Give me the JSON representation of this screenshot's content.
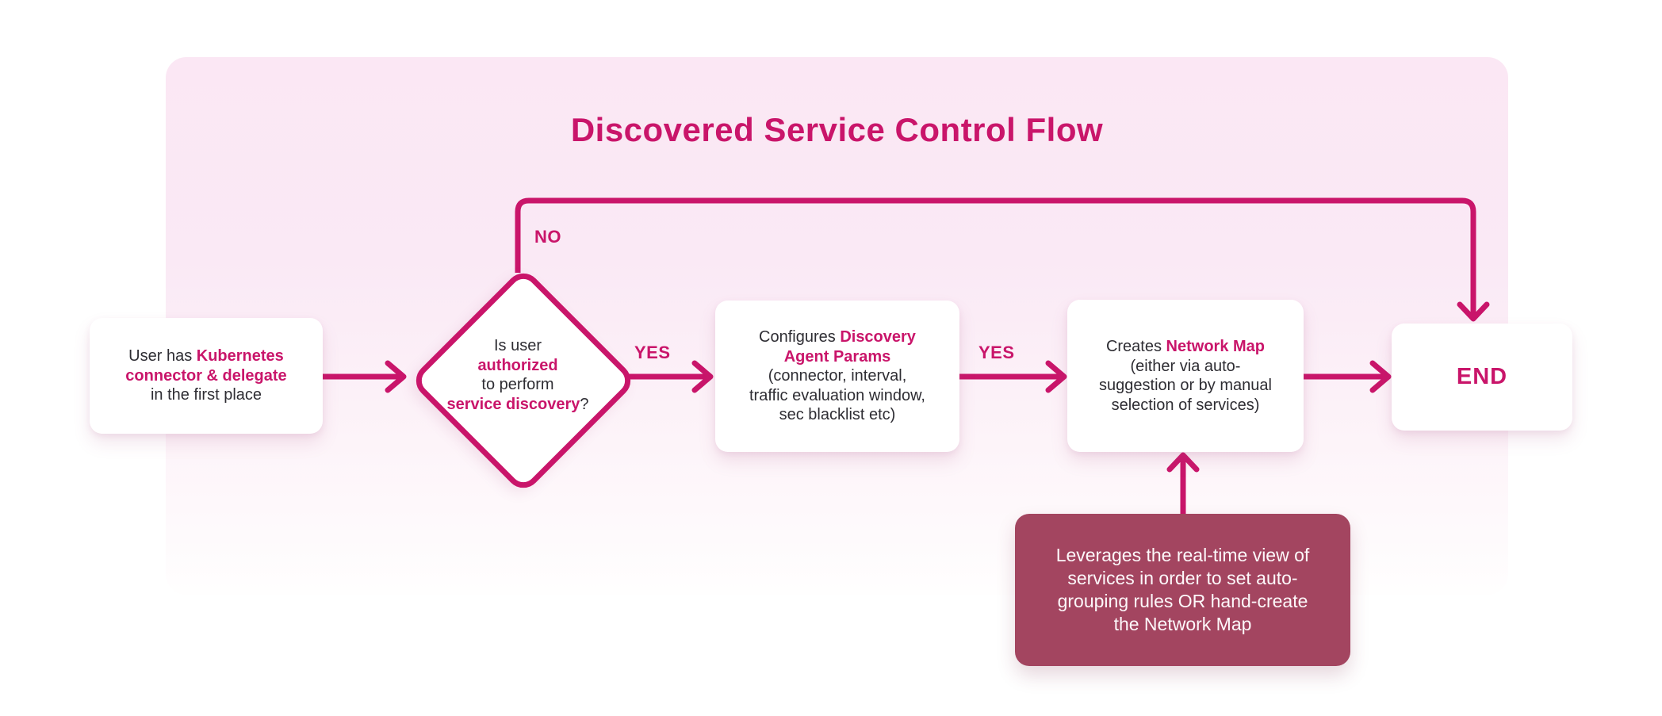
{
  "title": "Discovered Service Control Flow",
  "colors": {
    "accent": "#C9156A",
    "background": "#FFFFFF",
    "panel_top": "#FBE7F4",
    "panel_bottom": "#FFFEFE",
    "card_bg": "#FFFFFF",
    "card_text": "#2E2D33",
    "note_bg": "#A34560",
    "note_text": "#FDF8FA"
  },
  "edge_labels": {
    "no": "NO",
    "yes_decision_to_configure": "YES",
    "yes_configure_to_create": "YES"
  },
  "nodes": {
    "start": {
      "segments": [
        {
          "text": "User has "
        },
        {
          "text": "Kubernetes",
          "accent": true,
          "br": true
        },
        {
          "text": "connector & delegate",
          "accent": true,
          "br": true
        },
        {
          "text": "in the first place"
        }
      ]
    },
    "decision": {
      "segments": [
        {
          "text": "Is user",
          "br": true
        },
        {
          "text": "authorized",
          "accent": true,
          "br": true
        },
        {
          "text": "to perform",
          "br": true
        },
        {
          "text": "service discovery",
          "accent": true
        },
        {
          "text": "?"
        }
      ]
    },
    "configure": {
      "segments": [
        {
          "text": "Configures "
        },
        {
          "text": "Discovery",
          "accent": true,
          "br": true
        },
        {
          "text": "Agent Params",
          "accent": true,
          "br": true
        },
        {
          "text": "(connector, interval,",
          "br": true
        },
        {
          "text": "traffic evaluation window,",
          "br": true
        },
        {
          "text": "sec blacklist etc)"
        }
      ]
    },
    "create_map": {
      "segments": [
        {
          "text": "Creates "
        },
        {
          "text": "Network Map",
          "accent": true,
          "br": true
        },
        {
          "text": "(either via auto-",
          "br": true
        },
        {
          "text": "suggestion or by manual",
          "br": true
        },
        {
          "text": "selection of services)"
        }
      ]
    },
    "end": {
      "label": "END"
    },
    "note": {
      "segments": [
        {
          "text": "Leverages the real-time view of",
          "br": true
        },
        {
          "text": "services in order to set auto-",
          "br": true
        },
        {
          "text": "grouping rules OR hand-create",
          "br": true
        },
        {
          "text": "the Network Map"
        }
      ]
    }
  }
}
